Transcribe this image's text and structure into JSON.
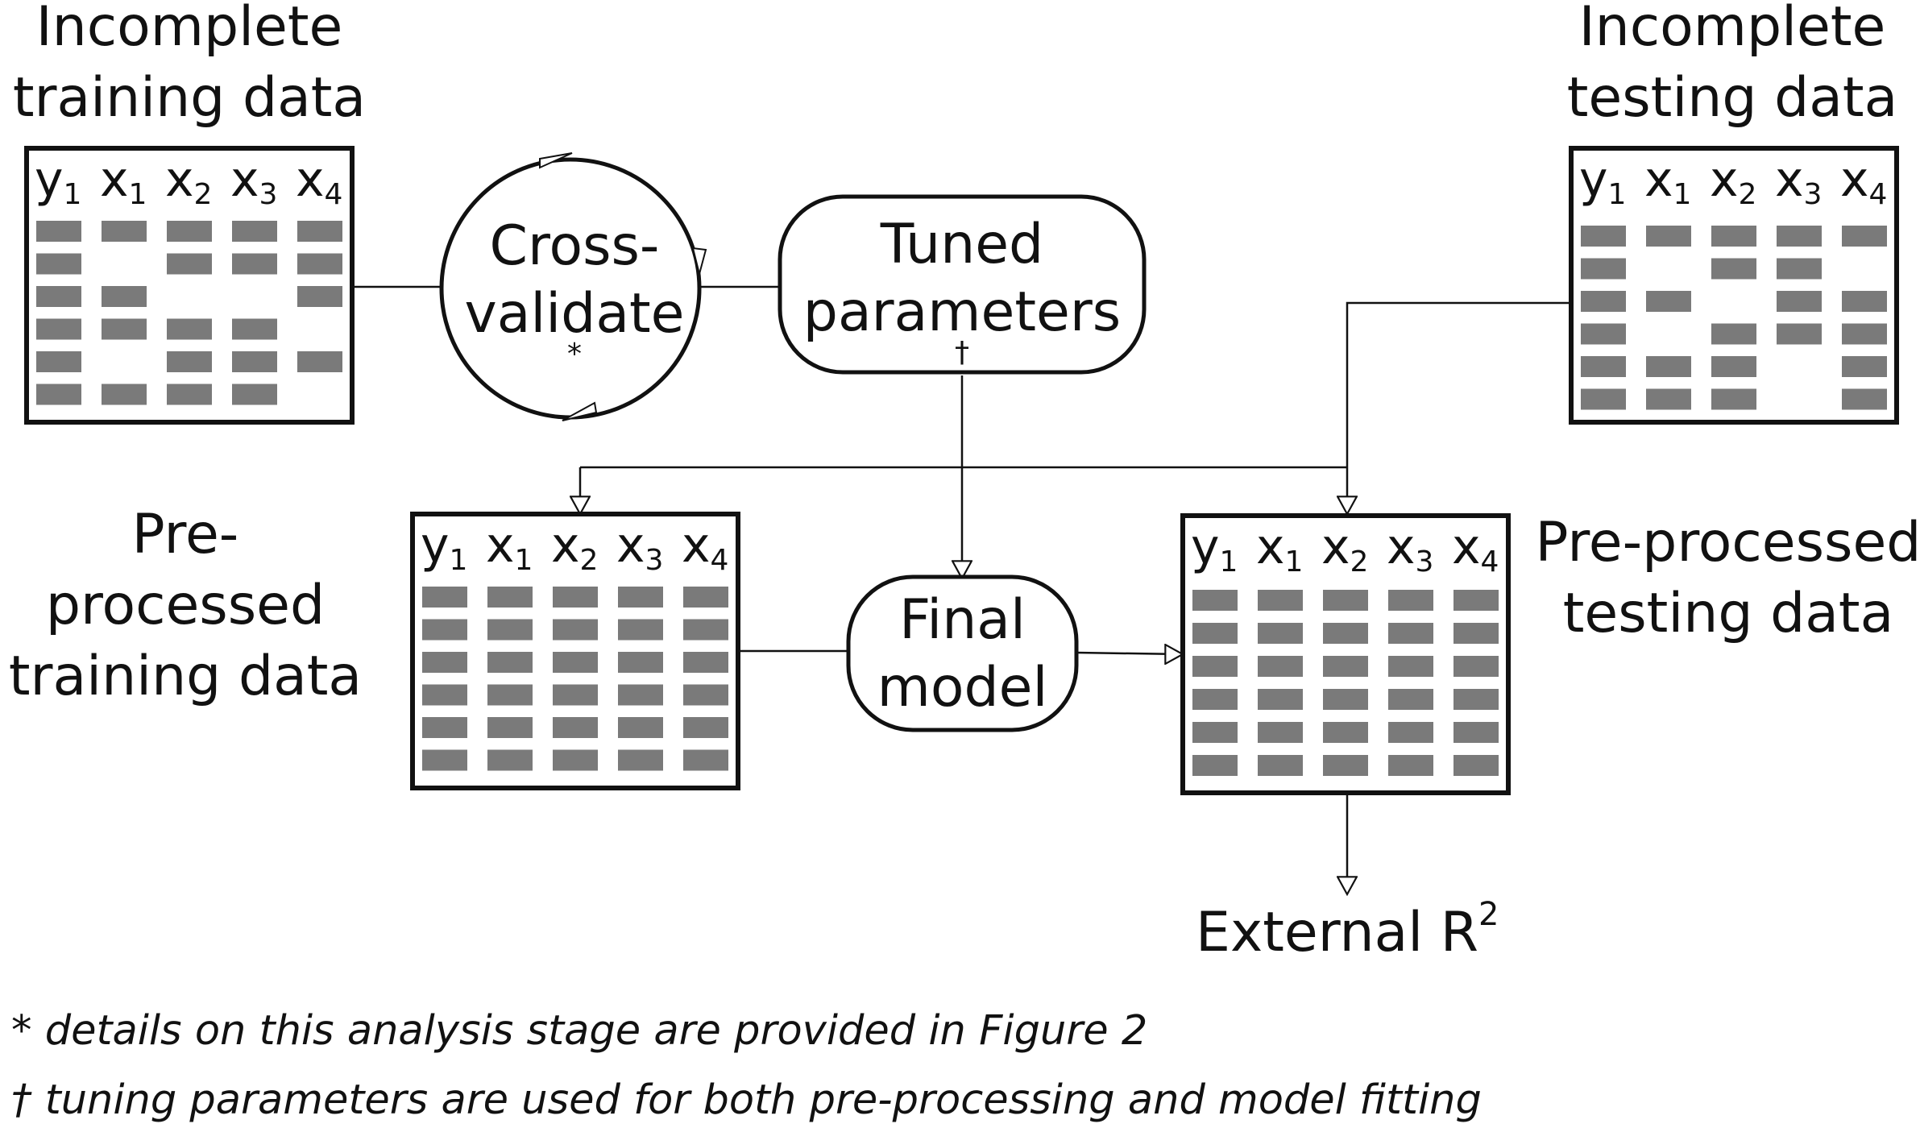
{
  "colors": {
    "stroke": "#111111",
    "cell": "#7a7a7a",
    "background": "#ffffff"
  },
  "variables": [
    {
      "base": "y",
      "sub": "1"
    },
    {
      "base": "x",
      "sub": "1"
    },
    {
      "base": "x",
      "sub": "2"
    },
    {
      "base": "x",
      "sub": "3"
    },
    {
      "base": "x",
      "sub": "4"
    }
  ],
  "labels": {
    "incomplete_training": [
      "Incomplete",
      "training data"
    ],
    "incomplete_testing": [
      "Incomplete",
      "testing data"
    ],
    "preprocessed_training": [
      "Pre-processed",
      "training data"
    ],
    "preprocessed_testing": [
      "Pre-processed",
      "testing data"
    ]
  },
  "nodes": {
    "cross_validate": {
      "lines": [
        "Cross-",
        "validate"
      ],
      "mark": "*"
    },
    "tuned_parameters": {
      "lines": [
        "Tuned",
        "parameters"
      ],
      "mark": "†"
    },
    "final_model": {
      "lines": [
        "Final",
        "model"
      ]
    }
  },
  "output": {
    "text": "External R",
    "sup": "2"
  },
  "footnotes": [
    "* details on this analysis stage are provided in Figure 2",
    "† tuning parameters are used for both pre-processing and model fitting"
  ],
  "tables": {
    "incomplete_training": {
      "rows": 6,
      "present": [
        [
          1,
          1,
          1,
          1,
          1
        ],
        [
          1,
          0,
          1,
          1,
          1
        ],
        [
          1,
          1,
          0,
          0,
          1
        ],
        [
          1,
          1,
          1,
          1,
          0
        ],
        [
          1,
          0,
          1,
          1,
          1
        ],
        [
          1,
          1,
          1,
          1,
          0
        ]
      ]
    },
    "incomplete_testing": {
      "rows": 6,
      "present": [
        [
          1,
          1,
          1,
          1,
          1
        ],
        [
          1,
          0,
          1,
          1,
          0
        ],
        [
          1,
          1,
          0,
          1,
          1
        ],
        [
          1,
          0,
          1,
          1,
          1
        ],
        [
          1,
          1,
          1,
          0,
          1
        ],
        [
          1,
          1,
          1,
          0,
          1
        ]
      ]
    },
    "preprocessed_training": {
      "rows": 6,
      "present": [
        [
          1,
          1,
          1,
          1,
          1
        ],
        [
          1,
          1,
          1,
          1,
          1
        ],
        [
          1,
          1,
          1,
          1,
          1
        ],
        [
          1,
          1,
          1,
          1,
          1
        ],
        [
          1,
          1,
          1,
          1,
          1
        ],
        [
          1,
          1,
          1,
          1,
          1
        ]
      ]
    },
    "preprocessed_testing": {
      "rows": 6,
      "present": [
        [
          1,
          1,
          1,
          1,
          1
        ],
        [
          1,
          1,
          1,
          1,
          1
        ],
        [
          1,
          1,
          1,
          1,
          1
        ],
        [
          1,
          1,
          1,
          1,
          1
        ],
        [
          1,
          1,
          1,
          1,
          1
        ],
        [
          1,
          1,
          1,
          1,
          1
        ]
      ]
    }
  }
}
